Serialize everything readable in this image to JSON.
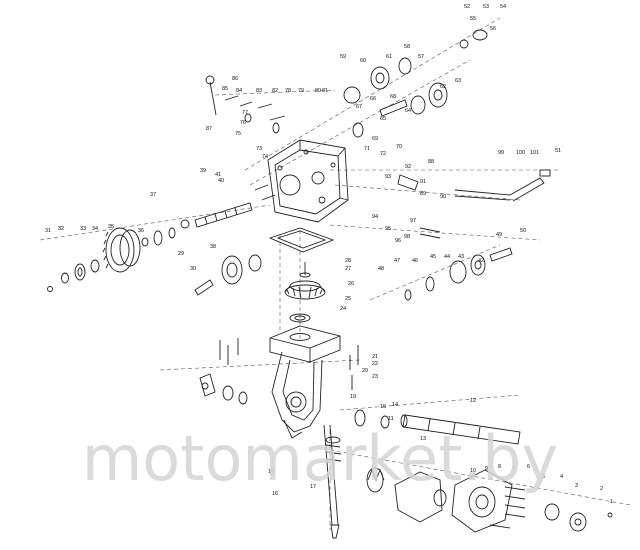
{
  "watermark": {
    "text": "motomarket.by",
    "color": "#d4d4d4"
  },
  "colors": {
    "line": "#222222",
    "dash": "#555555",
    "label": "#111111"
  },
  "callouts": [
    "1",
    "2",
    "3",
    "4",
    "5",
    "6",
    "7",
    "8",
    "9",
    "10",
    "11",
    "12",
    "13",
    "14",
    "15",
    "16",
    "17",
    "18",
    "19",
    "20",
    "21",
    "22",
    "23",
    "24",
    "25",
    "26",
    "27",
    "28",
    "29",
    "30",
    "31",
    "32",
    "33",
    "34",
    "35",
    "36",
    "37",
    "38",
    "39",
    "40",
    "41",
    "42",
    "43",
    "44",
    "45",
    "46",
    "47",
    "48",
    "49",
    "50",
    "51",
    "52",
    "53",
    "54",
    "55",
    "56",
    "57",
    "58",
    "59",
    "60",
    "61",
    "62",
    "63",
    "64",
    "65",
    "66",
    "67",
    "68",
    "69",
    "70",
    "71",
    "72",
    "73",
    "74",
    "75",
    "76",
    "77",
    "78",
    "79",
    "80",
    "81",
    "82",
    "83",
    "84",
    "85",
    "86",
    "87",
    "88",
    "89",
    "90",
    "91",
    "92",
    "93",
    "94",
    "95",
    "96",
    "97",
    "98",
    "99",
    "100",
    "101"
  ]
}
